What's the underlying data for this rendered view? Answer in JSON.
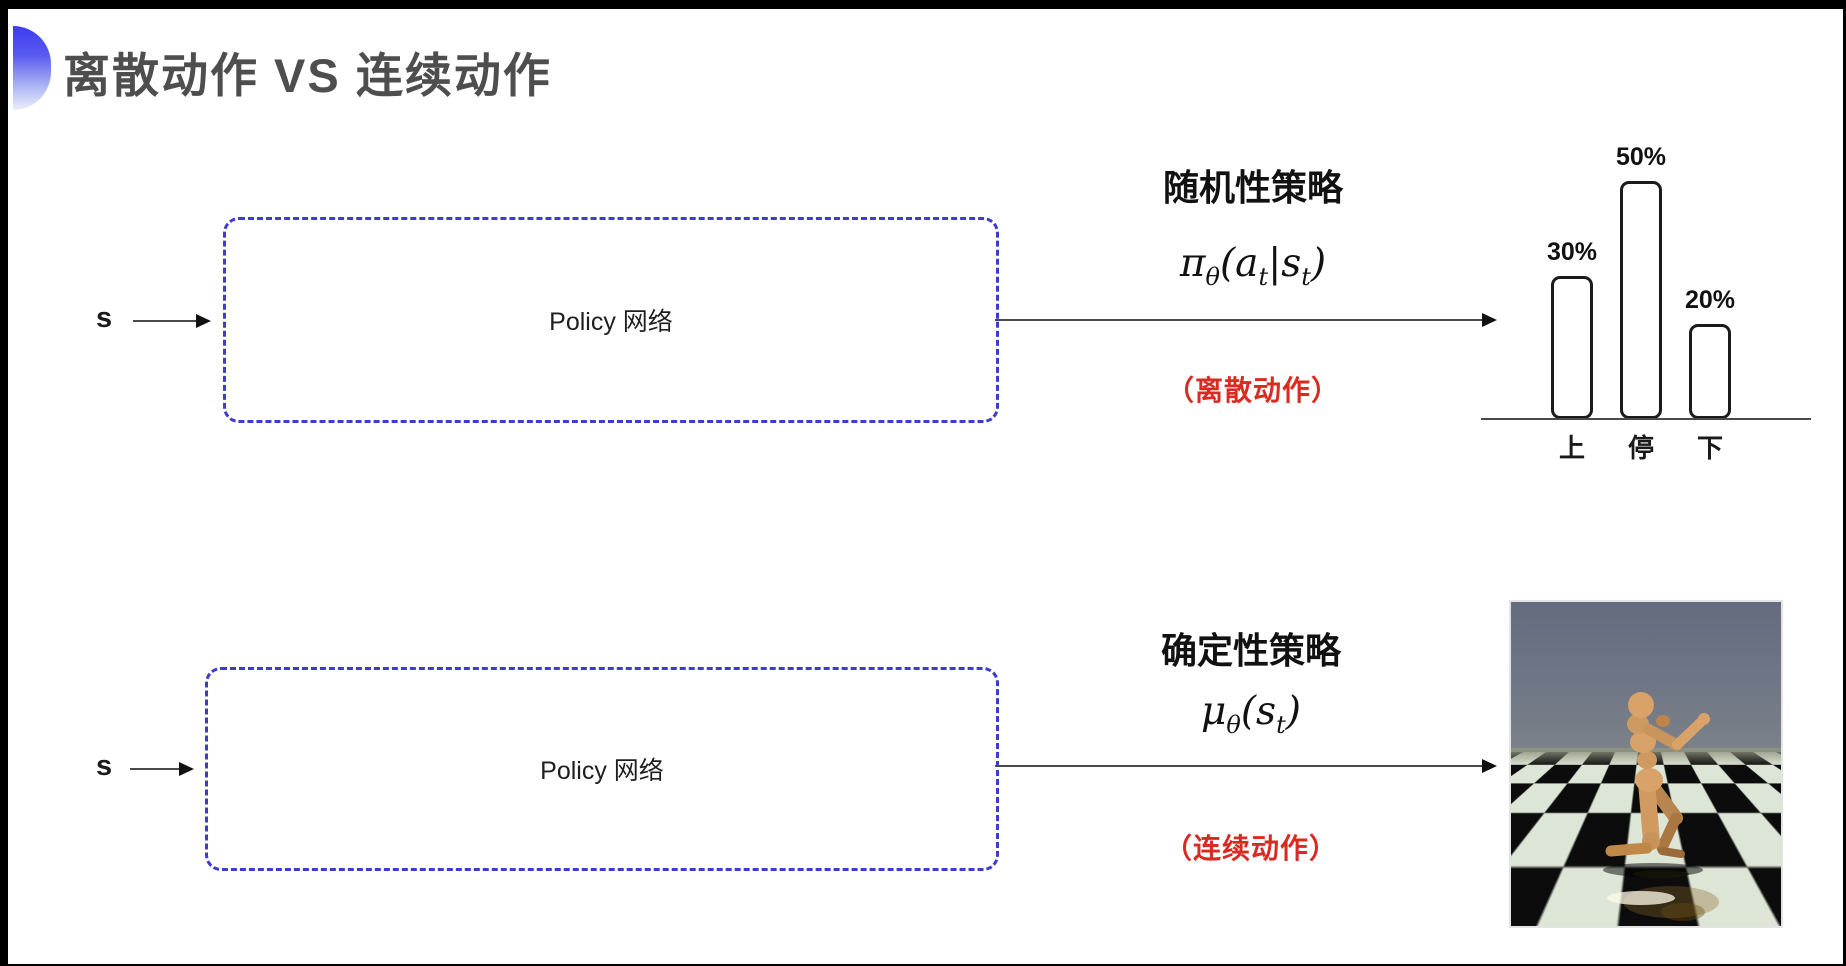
{
  "slide": {
    "title": "离散动作 VS 连续动作"
  },
  "row1": {
    "input_label": "s",
    "box_label": "Policy 网络",
    "policy_title": "随机性策略",
    "formula": {
      "m1": "π",
      "s1": "θ",
      "m2": "(a",
      "s2": "t",
      "m3": "|s",
      "s3": "t",
      "m4": ")"
    },
    "action_note": "（离散动作）"
  },
  "row2": {
    "input_label": "s",
    "box_label": "Policy 网络",
    "policy_title": "确定性策略",
    "formula": {
      "m1": "μ",
      "s1": "θ",
      "m2": "(s",
      "s2": "t",
      "m3": ")"
    },
    "action_note": "（连续动作）"
  },
  "chart_data": {
    "type": "bar",
    "categories": [
      "上",
      "停",
      "下"
    ],
    "values": [
      30,
      50,
      20
    ],
    "data_labels": [
      "30%",
      "50%",
      "20%"
    ],
    "title": "",
    "xlabel": "",
    "ylabel": "",
    "ylim": [
      0,
      55
    ],
    "grid": false,
    "legend": "none",
    "bar_style": "white fill, black rounded outline"
  },
  "colors": {
    "box_border_blue": "#3e3bd1",
    "action_note_red": "#d92b21",
    "title_gray": "#4e4e4e",
    "line_dark": "#4a4a4a",
    "sim_sky": "#6f7685",
    "sim_robot_tan": "#d8a269"
  }
}
